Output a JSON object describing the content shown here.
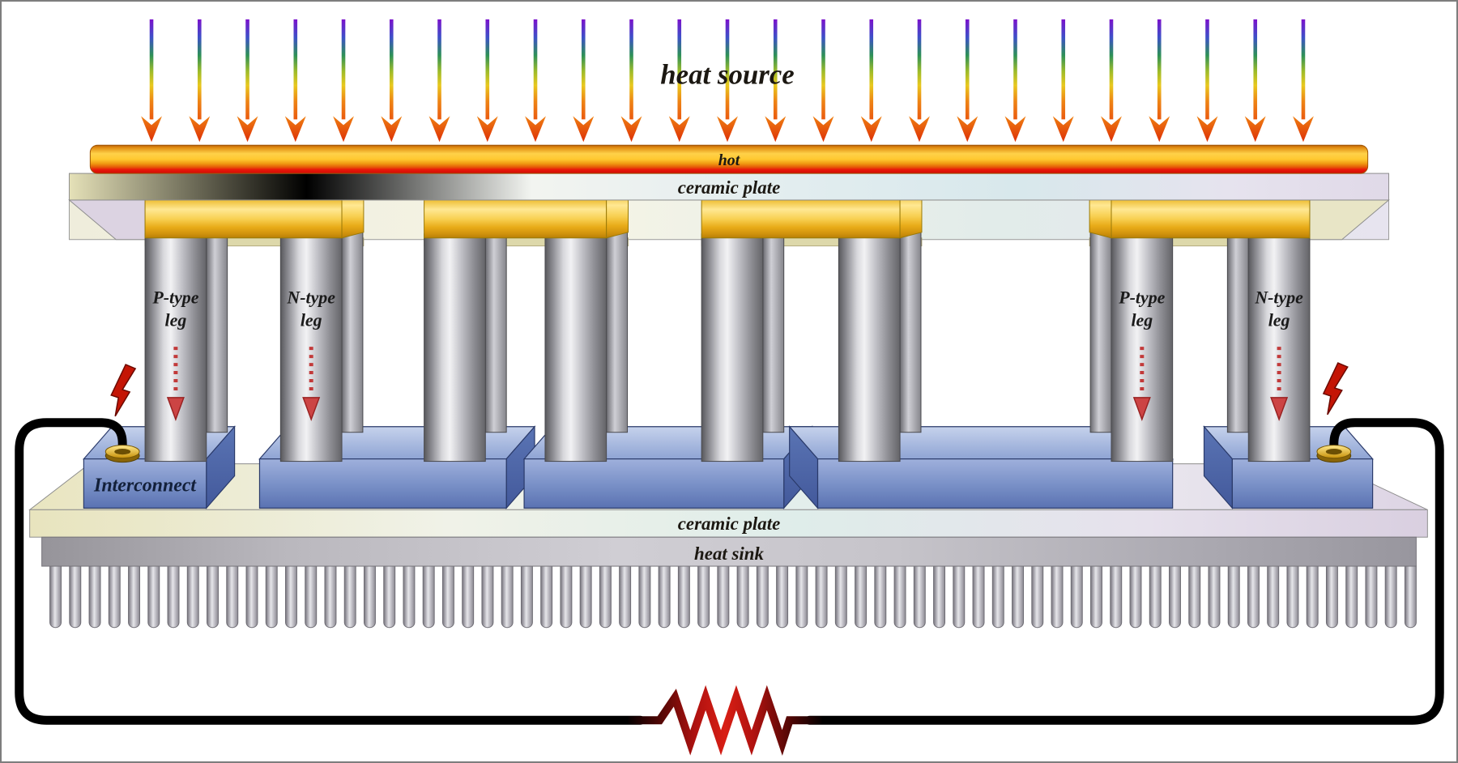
{
  "labels": {
    "heat_source": "heat source",
    "hot": "hot",
    "ceramic_plate_top": "ceramic plate",
    "ceramic_plate_bottom": "ceramic plate",
    "heat_sink": "heat sink",
    "interconnect": "Interconnect"
  },
  "legs": [
    {
      "line1": "P-type",
      "line2": "leg",
      "has_current_arrow": true
    },
    {
      "line1": "N-type",
      "line2": "leg",
      "has_current_arrow": true
    },
    {
      "line1": "",
      "line2": "",
      "has_current_arrow": false
    },
    {
      "line1": "",
      "line2": "",
      "has_current_arrow": false
    },
    {
      "line1": "",
      "line2": "",
      "has_current_arrow": false
    },
    {
      "line1": "",
      "line2": "",
      "has_current_arrow": false
    },
    {
      "line1": "P-type",
      "line2": "leg",
      "has_current_arrow": true
    },
    {
      "line1": "N-type",
      "line2": "leg",
      "has_current_arrow": true
    }
  ],
  "heat_arrows": {
    "count": 25
  },
  "heat_sink_fins": {
    "count": 70
  },
  "colors": {
    "arrow_top_violet": "#7b12cc",
    "arrow_tip_orange": "#ea5a10",
    "hot_plate_red": "#e81505",
    "hot_plate_gold": "#ffd149",
    "electrode_gold": "#f2c53a",
    "interconnect_blue": "#7b92c8",
    "leg_gray": "#c2c2c8",
    "ceramic_cream": "#e9e5c0",
    "ceramic_blue": "#d8e8ec",
    "ceramic_lavender": "#e0d9e8",
    "heat_sink_gray": "#b8b6bc",
    "wire_black": "#000000",
    "resistor_red": "#d81e14",
    "bolt_red": "#c41505",
    "current_arrow_red": "#c23a3a",
    "terminal_gold": "#e8b822"
  }
}
